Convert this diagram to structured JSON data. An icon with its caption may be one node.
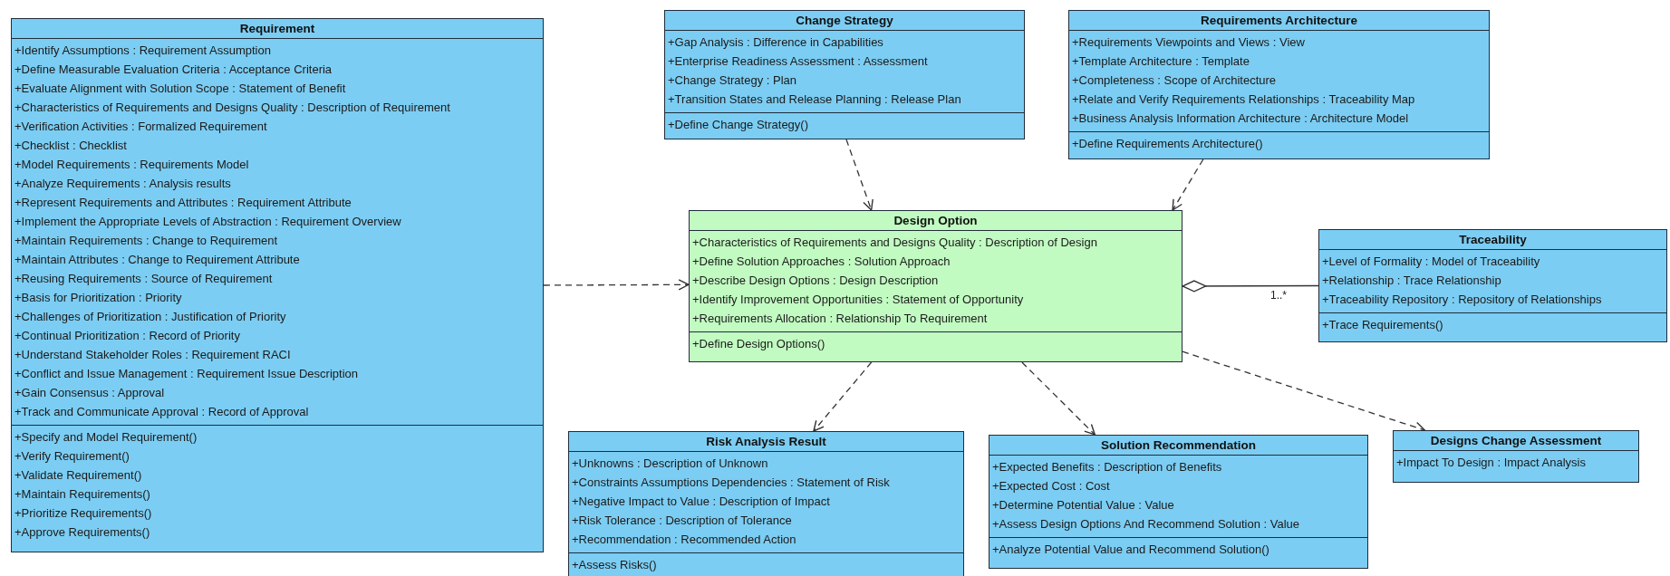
{
  "diagram": {
    "nodes": [
      {
        "text": [
          "Requirement"
        ]
      },
      {
        "text": [
          "+Identify Assumptions : Requirement Assumption",
          "+Define Measurable Evaluation Criteria : Acceptance Criteria",
          "+Evaluate Alignment with Solution Scope : Statement of Benefit",
          "+Characteristics of Requirements and Designs Quality : Description of Requirement",
          "+Verification Activities : Formalized Requirement",
          "+Checklist : Checklist",
          "+Model Requirements : Requirements Model",
          "+Analyze Requirements : Analysis results",
          "+Represent Requirements and Attributes : Requirement Attribute",
          "+Implement the Appropriate Levels of Abstraction : Requirement Overview",
          "+Maintain Requirements : Change to Requirement",
          "+Maintain Attributes : Change to Requirement Attribute",
          "+Reusing Requirements : Source of Requirement",
          "+Basis for Prioritization : Priority",
          "+Challenges of Prioritization : Justification of Priority",
          "+Continual Prioritization : Record of Priority",
          "+Understand Stakeholder Roles : Requirement RACI",
          "+Conflict and Issue Management : Requirement Issue Description",
          "+Gain Consensus : Approval",
          "+Track and Communicate Approval : Record of Approval"
        ],
        "in": 0
      },
      {
        "text": [
          "+Specify and Model Requirement()",
          "+Verify Requirement()",
          "+Validate Requirement()",
          "+Maintain Requirements()",
          "+Prioritize Requirements()",
          "+Approve Requirements()"
        ],
        "in": 0
      },
      {
        "text": [
          "Change Strategy"
        ]
      },
      {
        "text": [
          "+Gap Analysis : Difference in Capabilities",
          "+Enterprise Readiness Assessment : Assessment",
          "+Change Strategy : Plan",
          "+Transition States and Release Planning : Release Plan"
        ],
        "in": 3
      },
      {
        "text": [
          "+Define Change Strategy()"
        ],
        "in": 3
      },
      {
        "text": [
          "Requirements Architecture"
        ]
      },
      {
        "text": [
          "+Requirements Viewpoints and Views : View",
          "+Template Architecture : Template",
          "+Completeness : Scope of Architecture",
          "+Relate and Verify Requirements Relationships : Traceability Map",
          "+Business Analysis Information Architecture : Architecture Model"
        ],
        "in": 6
      },
      {
        "text": [
          "+Define Requirements Architecture()"
        ],
        "in": 6
      },
      {
        "text": [
          "Design Option"
        ]
      },
      {
        "text": [
          "+Characteristics of Requirements and Designs Quality : Description of Design",
          "+Define Solution Approaches : Solution Approach",
          "+Describe Design Options : Design Description",
          "+Identify Improvement Opportunities : Statement of Opportunity",
          "+Requirements Allocation : Relationship To Requirement"
        ],
        "in": 9
      },
      {
        "text": [
          "+Define Design Options()"
        ],
        "in": 9
      },
      {
        "text": [
          "Traceability"
        ]
      },
      {
        "text": [
          "+Level of Formality : Model of Traceability",
          "+Relationship : Trace Relationship",
          "+Traceability Repository : Repository of Relationships"
        ],
        "in": 12
      },
      {
        "text": [
          "+Trace Requirements()"
        ],
        "in": 12
      },
      {
        "text": [
          "Risk Analysis Result"
        ]
      },
      {
        "text": [
          "+Unknowns : Description of Unknown",
          "+Constraints Assumptions Dependencies : Statement of Risk",
          "+Negative Impact to Value : Description of Impact",
          "+Risk Tolerance : Description of Tolerance",
          "+Recommendation : Recommended Action"
        ],
        "in": 15
      },
      {
        "text": [
          "+Assess Risks()"
        ],
        "in": 15
      },
      {
        "text": [
          "Solution Recommendation"
        ]
      },
      {
        "text": [
          "+Expected Benefits : Description of Benefits",
          "+Expected Cost : Cost",
          "+Determine Potential Value : Value",
          "+Assess Design Options And Recommend Solution : Value"
        ],
        "in": 18
      },
      {
        "text": [
          "+Analyze Potential Value and Recommend Solution()"
        ],
        "in": 18
      },
      {
        "text": [
          "Designs Change Assessment"
        ]
      },
      {
        "text": [
          "+Impact To Design : Impact Analysis"
        ],
        "in": 21
      }
    ],
    "edges": [
      {
        "from": 0,
        "to": 9,
        "arrow": "to",
        "style": "dashed"
      },
      {
        "from": 3,
        "to": 9,
        "arrow": "to",
        "style": "dashed"
      },
      {
        "from": 6,
        "to": 9,
        "arrow": "to",
        "style": "dashed"
      },
      {
        "from": 12,
        "to": 9,
        "arrow": "other",
        "label": "1..*"
      },
      {
        "from": 9,
        "to": 15,
        "arrow": "to",
        "style": "dashed"
      },
      {
        "from": 9,
        "to": 18,
        "arrow": "to",
        "style": "dashed"
      },
      {
        "from": 9,
        "to": 21,
        "arrow": "to",
        "style": "dashed"
      }
    ]
  }
}
